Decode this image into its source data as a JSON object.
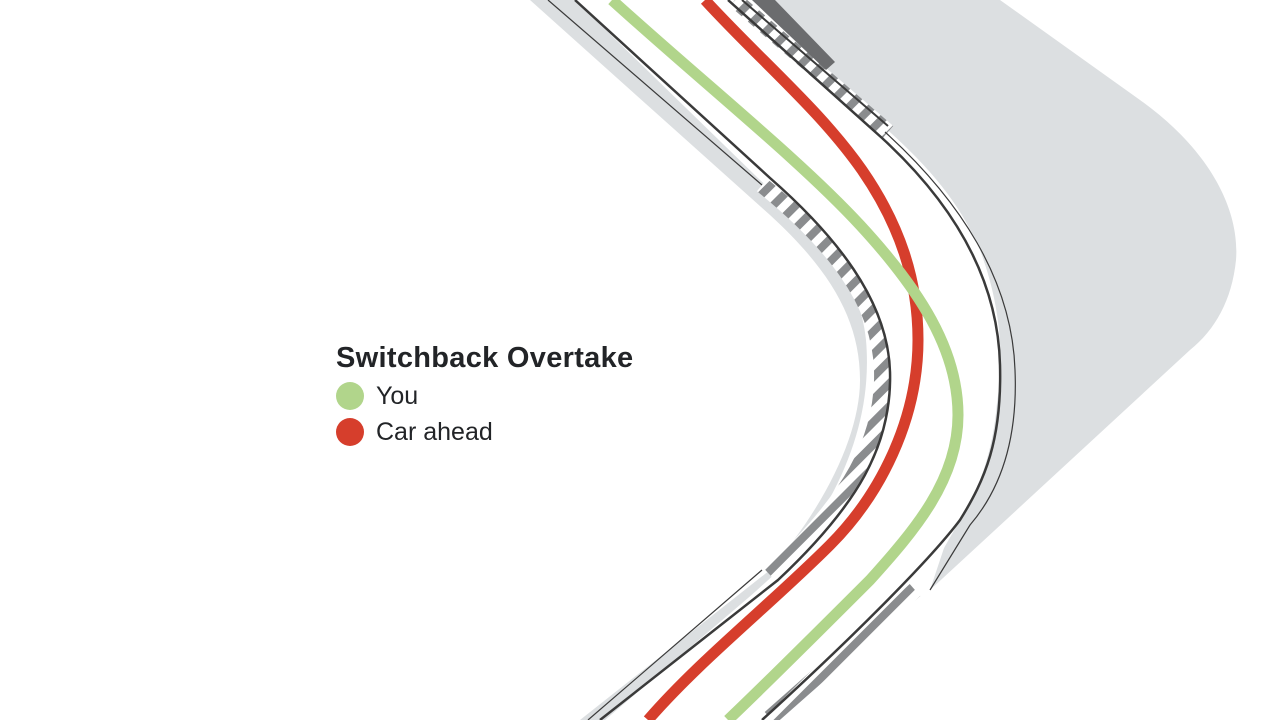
{
  "diagram": {
    "title": "Switchback Overtake",
    "legend": [
      {
        "label": "You",
        "color": "#b1d58b",
        "line": "green-racing-line"
      },
      {
        "label": "Car ahead",
        "color": "#d63e2c",
        "line": "red-racing-line"
      }
    ],
    "colors": {
      "runoff": "#dcdfe1",
      "track": "#ffffff",
      "track_edge": "#3a3a3a",
      "kerb_dark": "#8a8c8e",
      "kerb_light": "#ffffff",
      "wall": "#6b6c6e",
      "you_line": "#b1d58b",
      "car_ahead_line": "#d63e2c"
    }
  }
}
